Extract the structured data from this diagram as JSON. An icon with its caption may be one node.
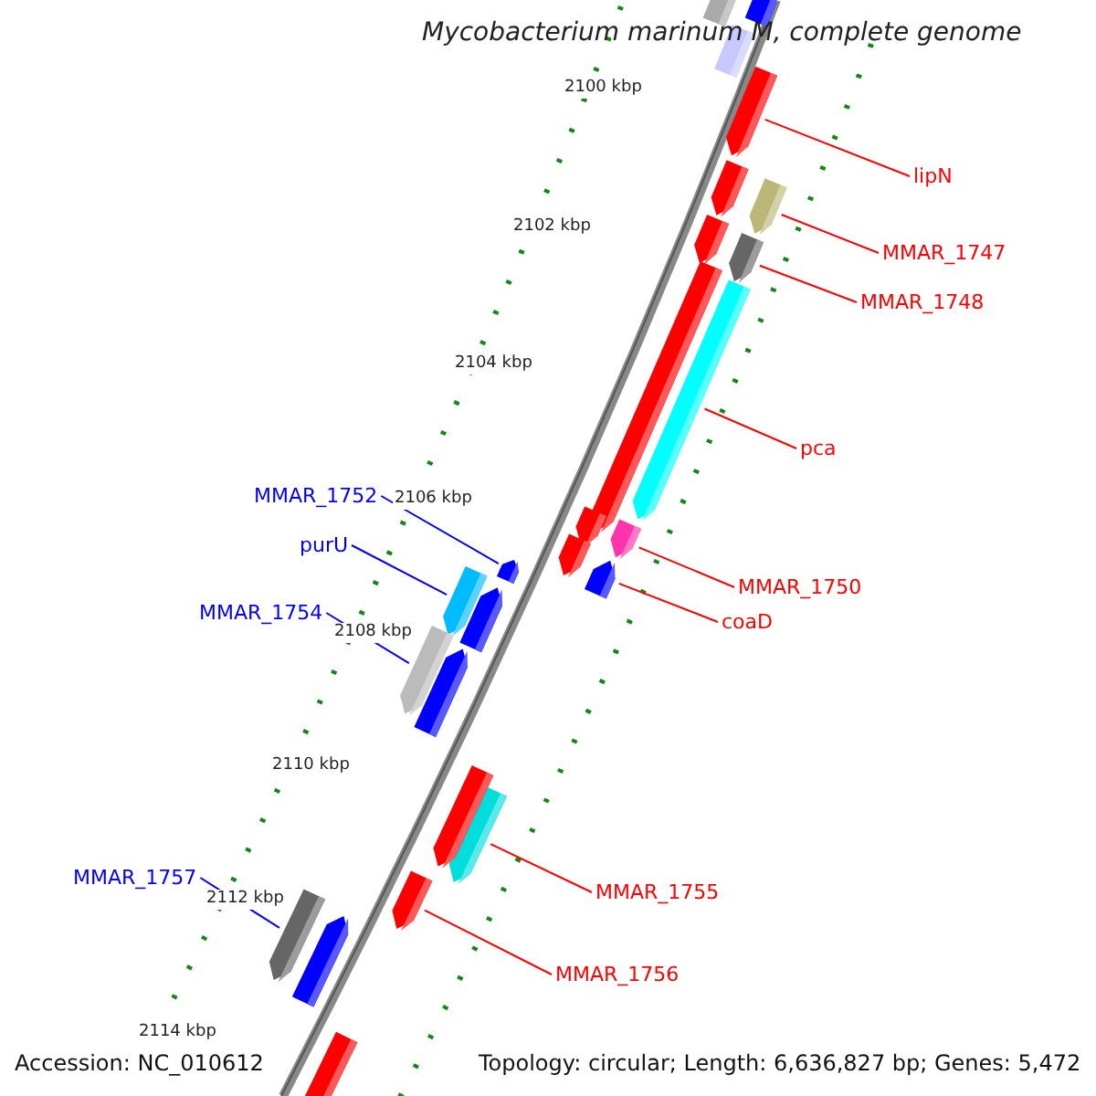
{
  "diagram": {
    "title": "Mycobacterium marinum M, complete genome",
    "nodes": [
      {
        "text": [
          "lipN"
        ]
      },
      {
        "text": [],
        "shape": "arrow"
      },
      {
        "text": [
          "MMAR_1747"
        ]
      },
      {
        "text": [],
        "shape": "arrow"
      },
      {
        "text": [
          "MMAR_1748"
        ]
      },
      {
        "text": [],
        "shape": "arrow"
      },
      {
        "text": [
          "pca"
        ]
      },
      {
        "text": [],
        "shape": "arrow"
      },
      {
        "text": [
          "MMAR_1752"
        ]
      },
      {
        "text": [],
        "shape": "arrow"
      },
      {
        "text": [
          "purU"
        ]
      },
      {
        "text": [],
        "shape": "arrow"
      },
      {
        "text": [
          "MMAR_1750"
        ]
      },
      {
        "text": [],
        "shape": "arrow"
      },
      {
        "text": [
          "coaD"
        ]
      },
      {
        "text": [],
        "shape": "arrow"
      },
      {
        "text": [
          "MMAR_1754"
        ]
      },
      {
        "text": [],
        "shape": "arrow"
      },
      {
        "text": [
          "MMAR_1757"
        ]
      },
      {
        "text": [],
        "shape": "arrow"
      },
      {
        "text": [
          "MMAR_1755"
        ]
      },
      {
        "text": [],
        "shape": "arrow"
      },
      {
        "text": [
          "MMAR_1756"
        ]
      },
      {
        "text": [],
        "shape": "arrow"
      },
      {
        "text": [],
        "shape": "box"
      },
      {
        "text": [],
        "shape": "arrow"
      },
      {
        "text": [],
        "shape": "box"
      },
      {
        "text": [],
        "shape": "arrow"
      },
      {
        "text": [],
        "shape": "arrow"
      },
      {
        "text": [],
        "shape": "arrow"
      },
      {
        "text": [],
        "shape": "arrow"
      },
      {
        "text": [],
        "shape": "arrow"
      },
      {
        "text": [],
        "shape": "arrow"
      },
      {
        "text": [],
        "shape": "arrow"
      },
      {
        "text": [],
        "shape": "arrow"
      },
      {
        "text": [],
        "shape": "box"
      },
      {
        "text": [],
        "shape": "arrow"
      }
    ],
    "edges": [
      {
        "from": 0,
        "to": 1,
        "arrow": "none"
      },
      {
        "from": 2,
        "to": 3,
        "arrow": "none"
      },
      {
        "from": 4,
        "to": 5,
        "arrow": "none"
      },
      {
        "from": 6,
        "to": 7,
        "arrow": "none"
      },
      {
        "from": 8,
        "to": 9,
        "arrow": "none",
        "color": "#0000ff"
      },
      {
        "from": 10,
        "to": 11,
        "arrow": "none",
        "color": "#0000ff"
      },
      {
        "from": 12,
        "to": 13,
        "arrow": "none"
      },
      {
        "from": 14,
        "to": 15,
        "arrow": "none"
      },
      {
        "from": 16,
        "to": 17,
        "arrow": "none",
        "color": "#0000ff"
      },
      {
        "from": 18,
        "to": 19,
        "arrow": "none",
        "color": "#0000ff"
      },
      {
        "from": 20,
        "to": 21,
        "arrow": "none"
      },
      {
        "from": 22,
        "to": 23,
        "arrow": "none"
      }
    ],
    "labels": [
      "2100 kbp",
      "2102 kbp",
      "2104 kbp",
      "2106 kbp",
      "2108 kbp",
      "2110 kbp",
      "2112 kbp",
      "2114 kbp",
      "Accession: NC_010612",
      "Topology: circular; Length: 6,636,827 bp; Genes: 5,472"
    ]
  }
}
